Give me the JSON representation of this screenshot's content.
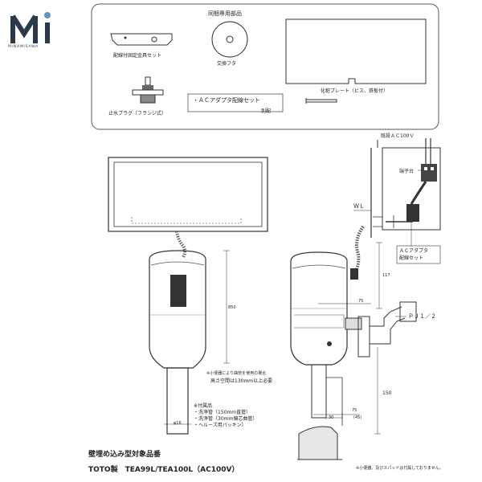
{
  "logo": {
    "text": "MINAMISAWA",
    "accent_color": "#5b95c9"
  },
  "parts_box": {
    "title": "同梱専用部品",
    "parts": [
      {
        "label": "配線付固定金具セット"
      },
      {
        "label": "交換フタ"
      },
      {
        "label": "化粧プレート（ビス、鉄板付）"
      },
      {
        "label": "止水プラグ（フランジ式）"
      }
    ],
    "ac_adapter_label": "・ＡＣアダプタ配線セット",
    "separate_label": "別配"
  },
  "diagram": {
    "existing_ac": "既設ＡＣ100Ｖ",
    "terminal": "端子台",
    "wl": "ＷＬ",
    "adapter_line1": "ＡＣアダプタ",
    "adapter_line2": "配線セット",
    "pipe": "ＰＪ１／２",
    "dim_75_top": "75",
    "dim_117": "117",
    "dim_850": "850",
    "dim_150": "150",
    "dim_30": "30",
    "dim_75_bottom": "75",
    "dim_45": "(45)",
    "dim_phi16": "φ16",
    "note_space_1": "※小便器により曲管を使用の場合",
    "note_space_2": "高さ空間は130mm以上必要",
    "accessories": [
      "※付属品",
      "・洗浄管（150mm直管）",
      "・洗浄管（30mm偏芯曲管）",
      "・ヘルーズ用パッキン）"
    ],
    "footnote": "※小便器、及びスパッドは付属しておりません。"
  },
  "product": {
    "heading": "壁埋め込み型対象品番",
    "models": "TOTO製　TEA99L/TEA100L（AC100V）"
  }
}
